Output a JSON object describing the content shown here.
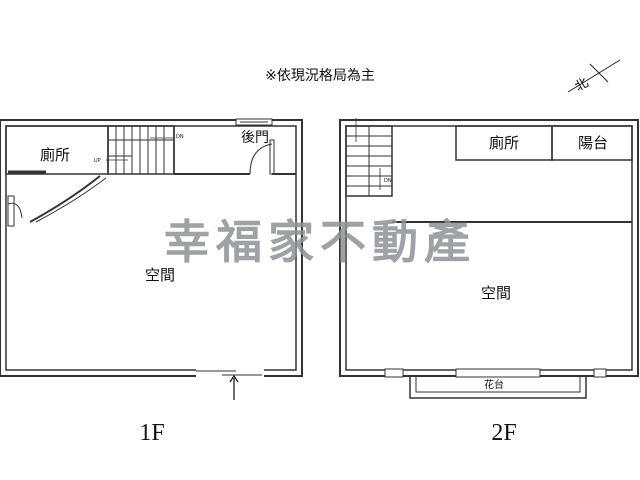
{
  "note": "※依現況格局為主",
  "watermark": "幸福家不動產",
  "north_symbol": "北",
  "floor1": {
    "title": "1F",
    "rooms": {
      "toilet": "廁所",
      "back_door": "後門",
      "space": "空間"
    },
    "stair_marks": {
      "up": "UP",
      "dn": "DN"
    }
  },
  "floor2": {
    "title": "2F",
    "rooms": {
      "toilet": "廁所",
      "balcony": "陽台",
      "space": "空間",
      "planter": "花台"
    },
    "stair_marks": {
      "dn": "DN"
    }
  }
}
